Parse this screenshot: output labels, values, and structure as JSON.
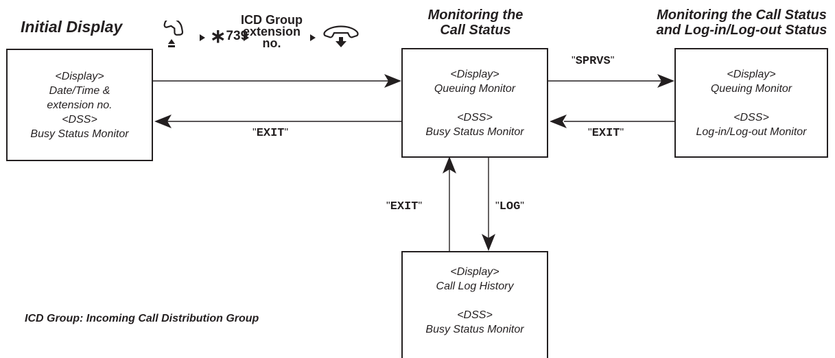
{
  "headings": {
    "initial": "Initial Display",
    "monitoring_call": [
      "Monitoring the",
      "Call Status"
    ],
    "monitoring_login": [
      "Monitoring the Call Status",
      "and Log-in/Log-out Status"
    ]
  },
  "operation": {
    "off_hook_icon": "handset-off-hook-icon",
    "star": "∗",
    "code": "739",
    "icd_field": [
      "ICD Group",
      "extension",
      "no."
    ],
    "on_hook_icon": "handset-on-hook-icon"
  },
  "boxes": {
    "initial": [
      "<Display>",
      "Date/Time &",
      "extension no.",
      "<DSS>",
      "Busy Status Monitor"
    ],
    "monitoring_call": {
      "display_tag": "<Display>",
      "display": "Queuing Monitor",
      "dss_tag": "<DSS>",
      "dss": "Busy Status Monitor"
    },
    "monitoring_login": {
      "display_tag": "<Display>",
      "display": "Queuing Monitor",
      "dss_tag": "<DSS>",
      "dss": "Log-in/Log-out Monitor"
    },
    "call_log": {
      "display_tag": "<Display>",
      "display": "Call Log History",
      "dss_tag": "<DSS>",
      "dss": "Busy Status Monitor"
    }
  },
  "commands": {
    "sprvs": "SPRVS",
    "exit_to_initial": "EXIT",
    "exit_to_call": "EXIT",
    "exit_from_log": "EXIT",
    "log": "LOG"
  },
  "legend": "ICD Group: Incoming Call Distribution Group"
}
